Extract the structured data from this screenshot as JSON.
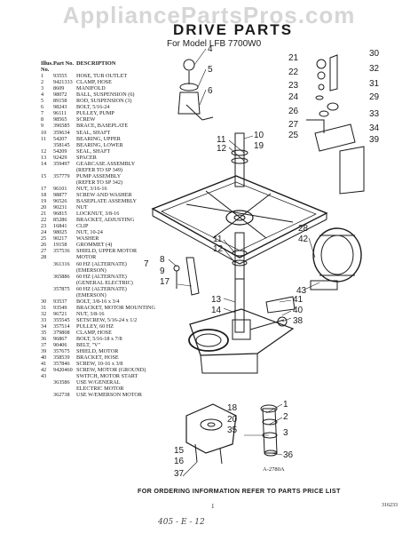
{
  "watermark": "AppliancePartsPros.com",
  "header": {
    "title": "DRIVE PARTS",
    "subtitle": "For Model LFB 7700W0"
  },
  "parts_table": {
    "col_illus": "Illus. No.",
    "col_part": "Part No.",
    "col_desc": "DESCRIPTION",
    "rows": [
      {
        "illus": "1",
        "part": "93555",
        "desc": "HOSE, TUB OUTLET"
      },
      {
        "illus": "2",
        "part": "9421333",
        "desc": "CLAMP, HOSE"
      },
      {
        "illus": "3",
        "part": "8609",
        "desc": "MANIFOLD"
      },
      {
        "illus": "4",
        "part": "98072",
        "desc": "BALL, SUSPENSION (6)"
      },
      {
        "illus": "5",
        "part": "89158",
        "desc": "ROD, SUSPENSION (3)"
      },
      {
        "illus": "6",
        "part": "98243",
        "desc": "BOLT, 5/16-24"
      },
      {
        "illus": "7",
        "part": "96111",
        "desc": "PULLEY, PUMP"
      },
      {
        "illus": "8",
        "part": "98565",
        "desc": "SCREW"
      },
      {
        "illus": "9",
        "part": "396585",
        "desc": "BRACE, BASEPLATE"
      },
      {
        "illus": "10",
        "part": "359634",
        "desc": "SEAL, SHAFT"
      },
      {
        "illus": "11",
        "part": "54207",
        "desc": "BEARING, UPPER"
      },
      {
        "illus": "",
        "part": "358145",
        "desc": "BEARING, LOWER"
      },
      {
        "illus": "12",
        "part": "54209",
        "desc": "SEAL, SHAFT"
      },
      {
        "illus": "13",
        "part": "92429",
        "desc": "SPACER"
      },
      {
        "illus": "14",
        "part": "359497",
        "desc": "GEARCASE ASSEMBLY"
      },
      {
        "illus": "",
        "part": "",
        "desc": "(REFER TO SP 349)"
      },
      {
        "illus": "15",
        "part": "357779",
        "desc": "PUMP ASSEMBLY"
      },
      {
        "illus": "",
        "part": "",
        "desc": "(REFER TO SP 342)"
      },
      {
        "illus": "17",
        "part": "96101",
        "desc": "NUT, 3/16-16"
      },
      {
        "illus": "18",
        "part": "98877",
        "desc": "SCREW AND WASHER"
      },
      {
        "illus": "19",
        "part": "96526",
        "desc": "BASEPLATE ASSEMBLY"
      },
      {
        "illus": "20",
        "part": "90231",
        "desc": "NUT"
      },
      {
        "illus": "21",
        "part": "96815",
        "desc": "LOCKNUT, 3/8-16"
      },
      {
        "illus": "22",
        "part": "85286",
        "desc": "BRACKET, ADJUSTING"
      },
      {
        "illus": "23",
        "part": "16841",
        "desc": "CLIP"
      },
      {
        "illus": "24",
        "part": "98025",
        "desc": "NUT, 10-24"
      },
      {
        "illus": "25",
        "part": "90217",
        "desc": "WASHER"
      },
      {
        "illus": "26",
        "part": "19158",
        "desc": "GROMMET (4)"
      },
      {
        "illus": "27",
        "part": "357536",
        "desc": "SHIELD, UPPER MOTOR"
      },
      {
        "illus": "28",
        "part": "",
        "desc": "MOTOR"
      },
      {
        "illus": "",
        "part": "361316",
        "desc": "60 HZ (ALTERNATE)"
      },
      {
        "illus": "",
        "part": "",
        "desc": "(EMERSON)"
      },
      {
        "illus": "",
        "part": "365886",
        "desc": "60 HZ (ALTERNATE)"
      },
      {
        "illus": "",
        "part": "",
        "desc": "(GENERAL ELECTRIC)"
      },
      {
        "illus": "",
        "part": "357875",
        "desc": "60 HZ (ALTERNATE)"
      },
      {
        "illus": "",
        "part": "",
        "desc": "(EMERSON)"
      },
      {
        "illus": "30",
        "part": "93537",
        "desc": "BOLT, 3/8-16 x 3/4"
      },
      {
        "illus": "31",
        "part": "93549",
        "desc": "BRACKET, MOTOR MOUNTING"
      },
      {
        "illus": "32",
        "part": "96721",
        "desc": "NUT, 3/8-16"
      },
      {
        "illus": "33",
        "part": "355545",
        "desc": "SETSCREW, 5/16-24 x 1/2"
      },
      {
        "illus": "34",
        "part": "357514",
        "desc": "PULLEY, 60 HZ"
      },
      {
        "illus": "35",
        "part": "379808",
        "desc": "CLAMP, HOSE"
      },
      {
        "illus": "36",
        "part": "96867",
        "desc": "BOLT, 5/16-18 x 7/8"
      },
      {
        "illus": "37",
        "part": "90406",
        "desc": "BELT, \"V\""
      },
      {
        "illus": "39",
        "part": "357675",
        "desc": "SHIELD, MOTOR"
      },
      {
        "illus": "40",
        "part": "358539",
        "desc": "BRACKET, HOSE"
      },
      {
        "illus": "41",
        "part": "357846",
        "desc": "SCREW, 10-16 x 3/8"
      },
      {
        "illus": "42",
        "part": "9420460",
        "desc": "SCREW, MOTOR (GROUND)"
      },
      {
        "illus": "43",
        "part": "",
        "desc": "SWITCH, MOTOR START"
      },
      {
        "illus": "",
        "part": "363586",
        "desc": "USE W/GENERAL"
      },
      {
        "illus": "",
        "part": "",
        "desc": "ELECTRIC MOTOR"
      },
      {
        "illus": "",
        "part": "362738",
        "desc": "USE W/EMERSON MOTOR"
      }
    ]
  },
  "diagram": {
    "figure_code": "A-2780A",
    "callouts": [
      "1",
      "2",
      "3",
      "4",
      "5",
      "6",
      "7",
      "8",
      "9",
      "10",
      "11",
      "12",
      "13",
      "14",
      "15",
      "16",
      "17",
      "18",
      "19",
      "20",
      "21",
      "22",
      "23",
      "24",
      "25",
      "26",
      "27",
      "28",
      "29",
      "30",
      "31",
      "32",
      "33",
      "34",
      "35",
      "36",
      "37",
      "38",
      "39",
      "40",
      "41",
      "42",
      "43"
    ]
  },
  "footer": {
    "ordering_note": "FOR ORDERING INFORMATION REFER TO PARTS PRICE LIST",
    "page_number": "1",
    "doc_number": "316233",
    "handwritten": "405 - E - 12"
  }
}
